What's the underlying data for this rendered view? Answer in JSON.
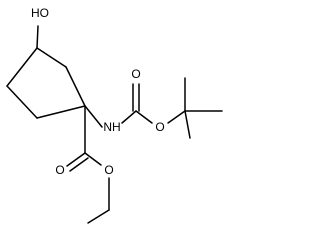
{
  "molecule": {
    "atom_labels": {
      "hydroxyl": "HO",
      "amine": "NH",
      "carbamate_carbonyl_oxygen": "O",
      "carbamate_ester_oxygen": "O",
      "ester_carbonyl_oxygen": "O",
      "ester_alkoxy_oxygen": "O"
    }
  }
}
